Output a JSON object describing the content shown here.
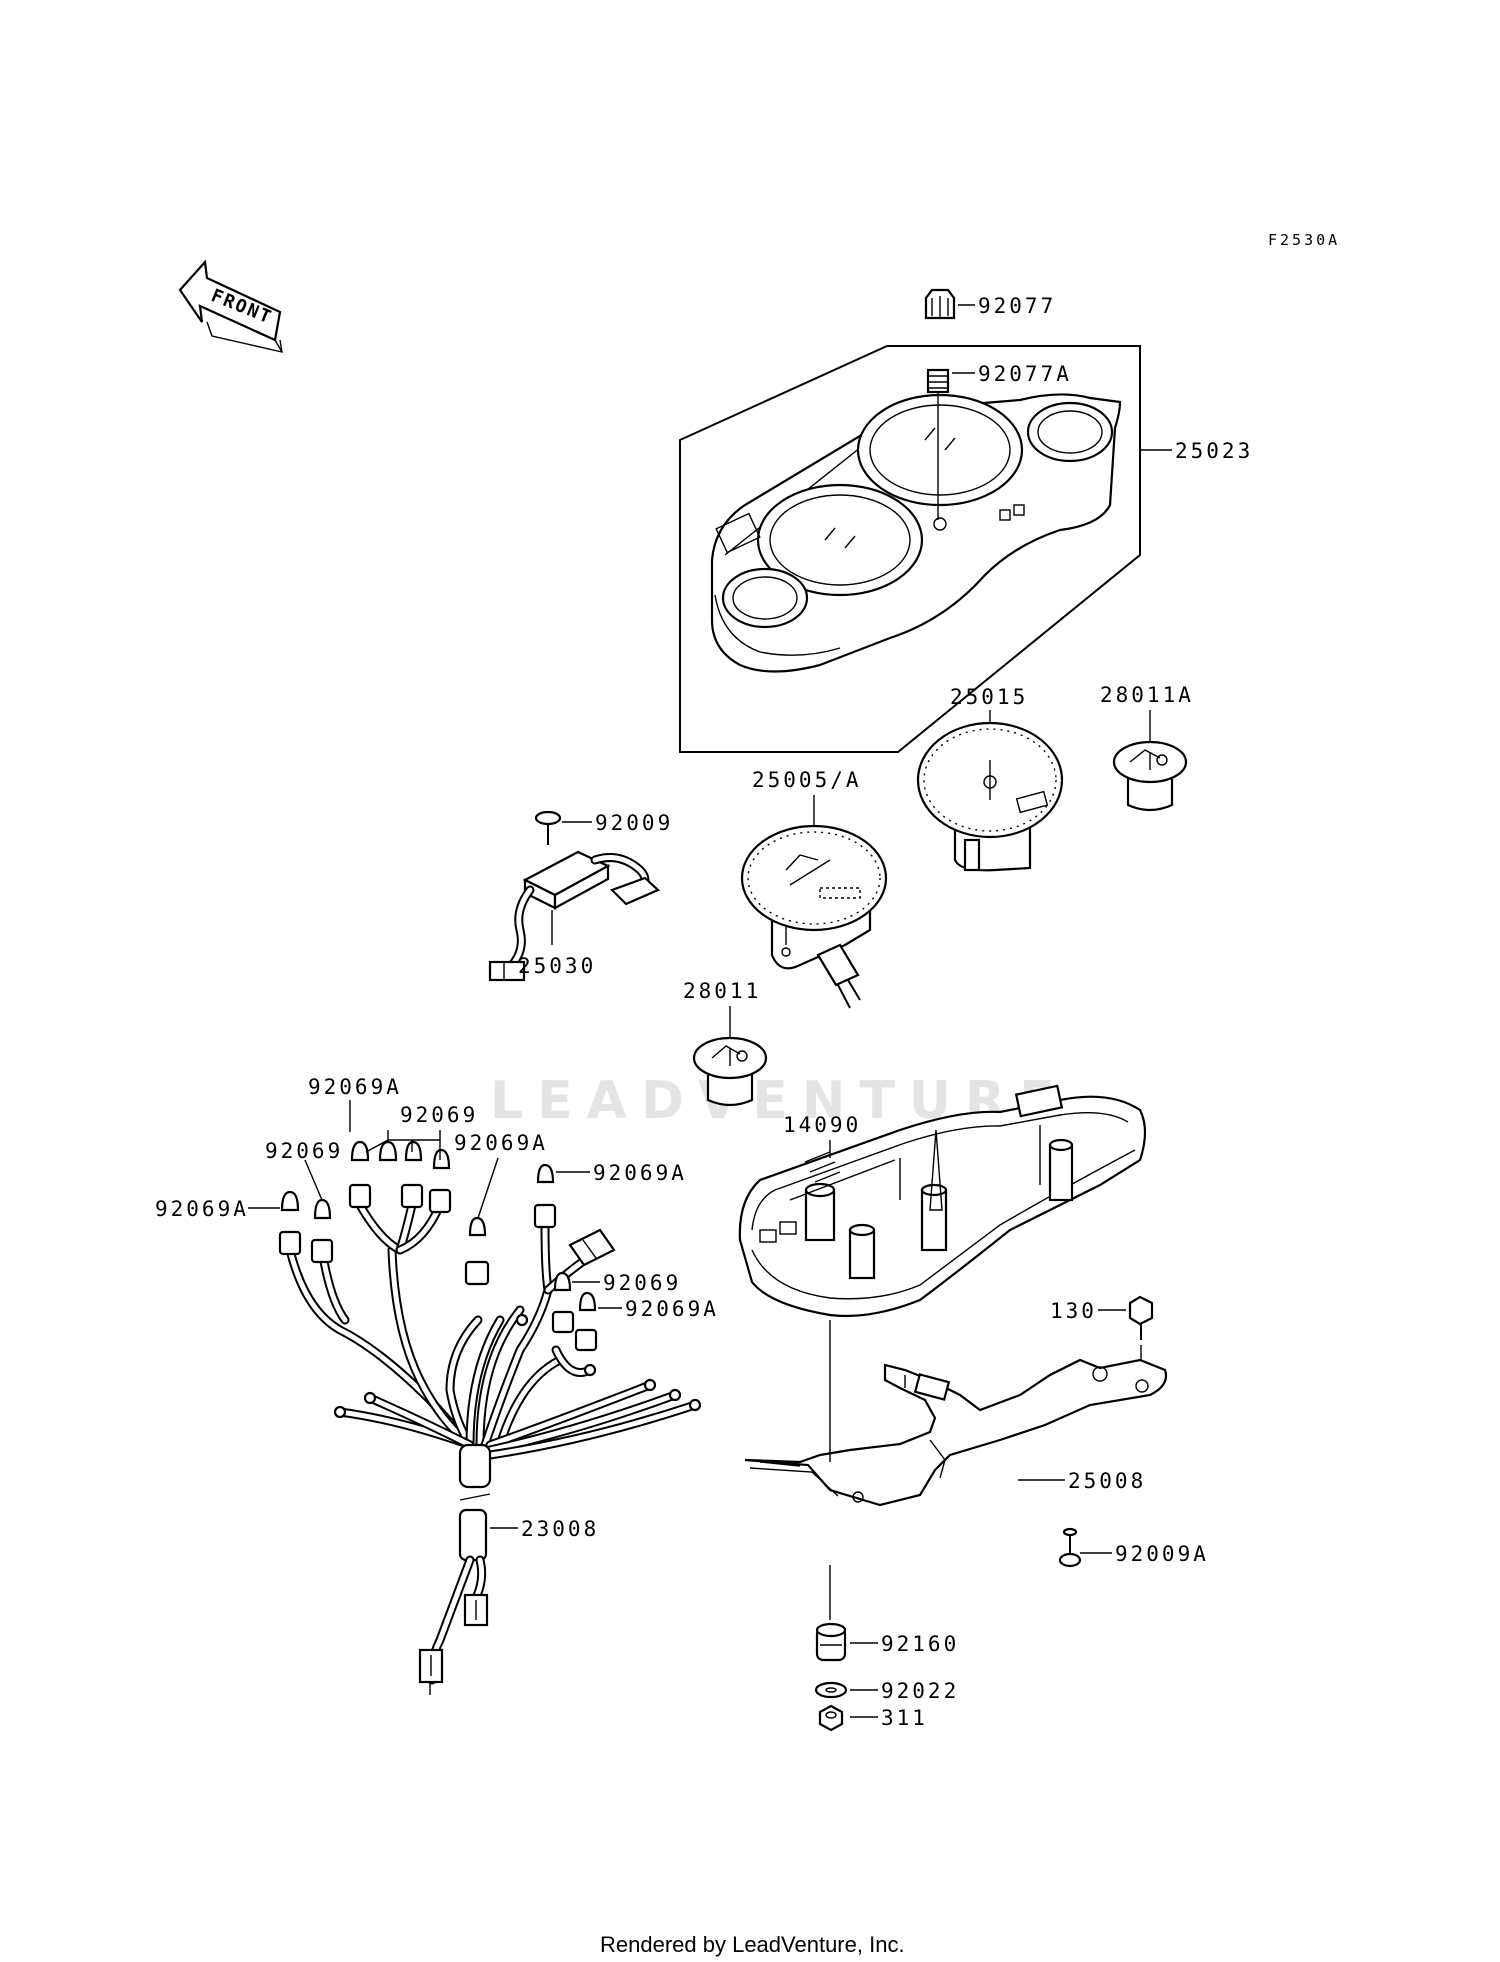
{
  "diagram_code": "F2530A",
  "front_arrow_label": "FRONT",
  "watermark": "LEADVENTURE",
  "footer": "Rendered by LeadVenture, Inc.",
  "labels": {
    "p92077": "92077",
    "p92077A": "92077A",
    "p25023": "25023",
    "p28011A": "28011A",
    "p25015": "25015",
    "p25005A": "25005/A",
    "p92009": "92009",
    "p25030": "25030",
    "p28011": "28011",
    "p92069A_1": "92069A",
    "p92069_1": "92069",
    "p92069_2": "92069",
    "p92069A_2": "92069A",
    "p92069A_3": "92069A",
    "p92069A_4": "92069A",
    "p92069_3": "92069",
    "p92069A_5": "92069A",
    "p14090": "14090",
    "p130": "130",
    "p25008": "25008",
    "p23008": "23008",
    "p92009A": "92009A",
    "p92160": "92160",
    "p92022": "92022",
    "p311": "311"
  }
}
